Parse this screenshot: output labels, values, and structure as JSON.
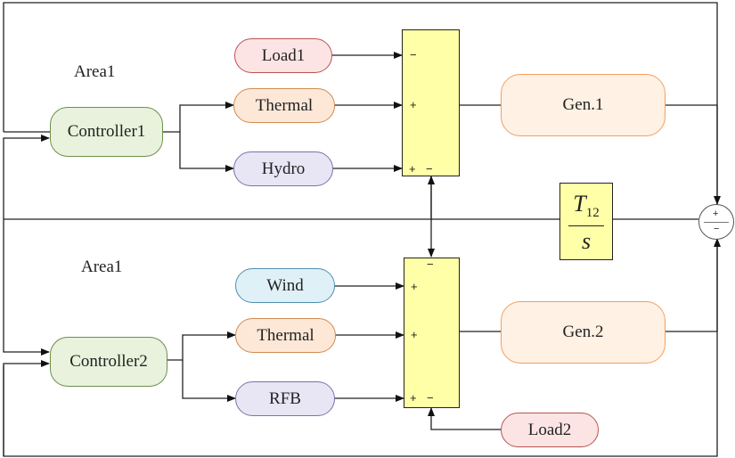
{
  "area_labels": {
    "top": "Area1",
    "bottom": "Area1"
  },
  "blocks": {
    "load1": "Load1",
    "thermal1": "Thermal",
    "hydro": "Hydro",
    "controller1": "Controller1",
    "gen1": "Gen.1",
    "wind": "Wind",
    "thermal2": "Thermal",
    "rfb": "RFB",
    "controller2": "Controller2",
    "gen2": "Gen.2",
    "load2": "Load2"
  },
  "tie_line": {
    "numerator": "T",
    "subscript": "12",
    "denominator": "s"
  },
  "signs": {
    "sum1": [
      "−",
      "+",
      "+",
      "−"
    ],
    "sum2": [
      "−",
      "+",
      "+",
      "+",
      "−"
    ],
    "junction": [
      "+",
      "−"
    ]
  },
  "colors": {
    "red_fill": "#fde4e4",
    "red_border": "#b85450",
    "orange_fill": "#fde8d8",
    "orange_border": "#d08a50",
    "purple_fill": "#e8e6f5",
    "purple_border": "#7a72a8",
    "green_fill": "#e8f2dc",
    "green_border": "#6f8f4f",
    "blue_fill": "#dff0f7",
    "blue_border": "#4f8fb0",
    "gen_fill": "#fff1e4",
    "gen_border": "#f0a060",
    "yellow": "#ffffa8"
  }
}
